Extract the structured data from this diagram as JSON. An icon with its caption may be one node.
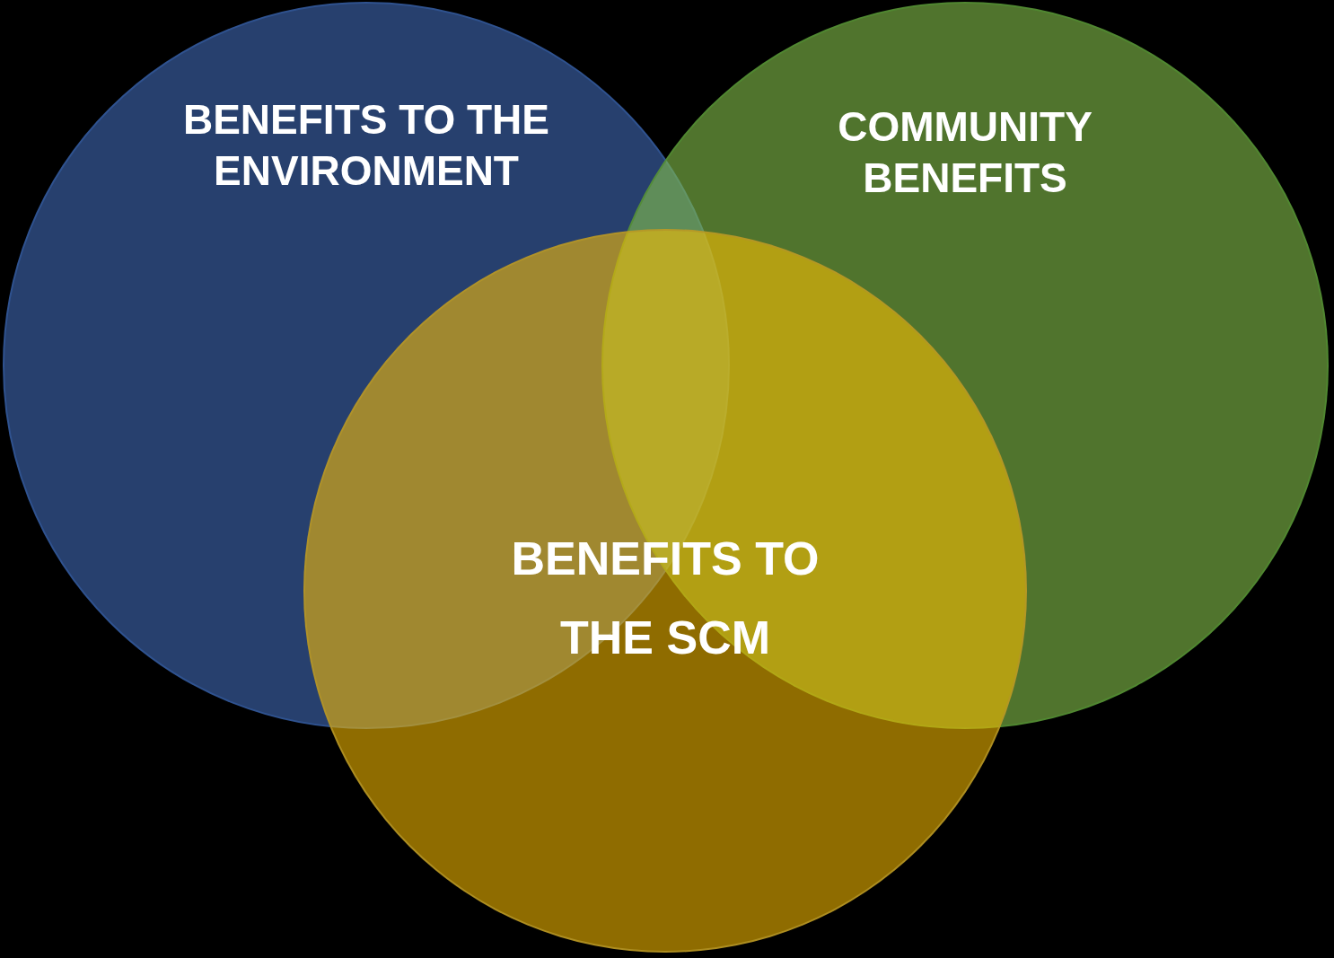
{
  "diagram": {
    "nodes": [
      {
        "text": [
          "BENEFITS TO THE ENVIRONMENT"
        ]
      },
      {
        "text": [
          "COMMUNITY BENEFITS"
        ]
      },
      {
        "text": [
          "BENEFITS TO THE SCM"
        ]
      }
    ]
  }
}
